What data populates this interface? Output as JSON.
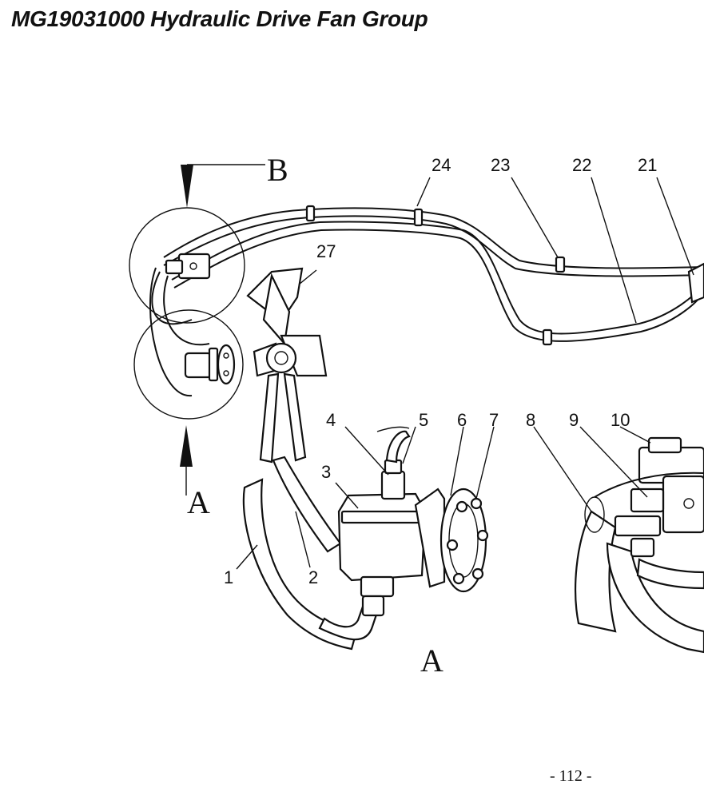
{
  "page": {
    "title": "MG19031000 Hydraulic Drive Fan Group",
    "page_number": "- 112 -"
  },
  "diagram": {
    "view_labels": {
      "b": "B",
      "a_arrow": "A",
      "a_detail": "A"
    },
    "callouts": {
      "c1": "1",
      "c2": "2",
      "c3": "3",
      "c4": "4",
      "c5": "5",
      "c6": "6",
      "c7": "7",
      "c8": "8",
      "c9": "9",
      "c10": "10",
      "c21": "21",
      "c22": "22",
      "c23": "23",
      "c24": "24",
      "c27": "27"
    }
  }
}
